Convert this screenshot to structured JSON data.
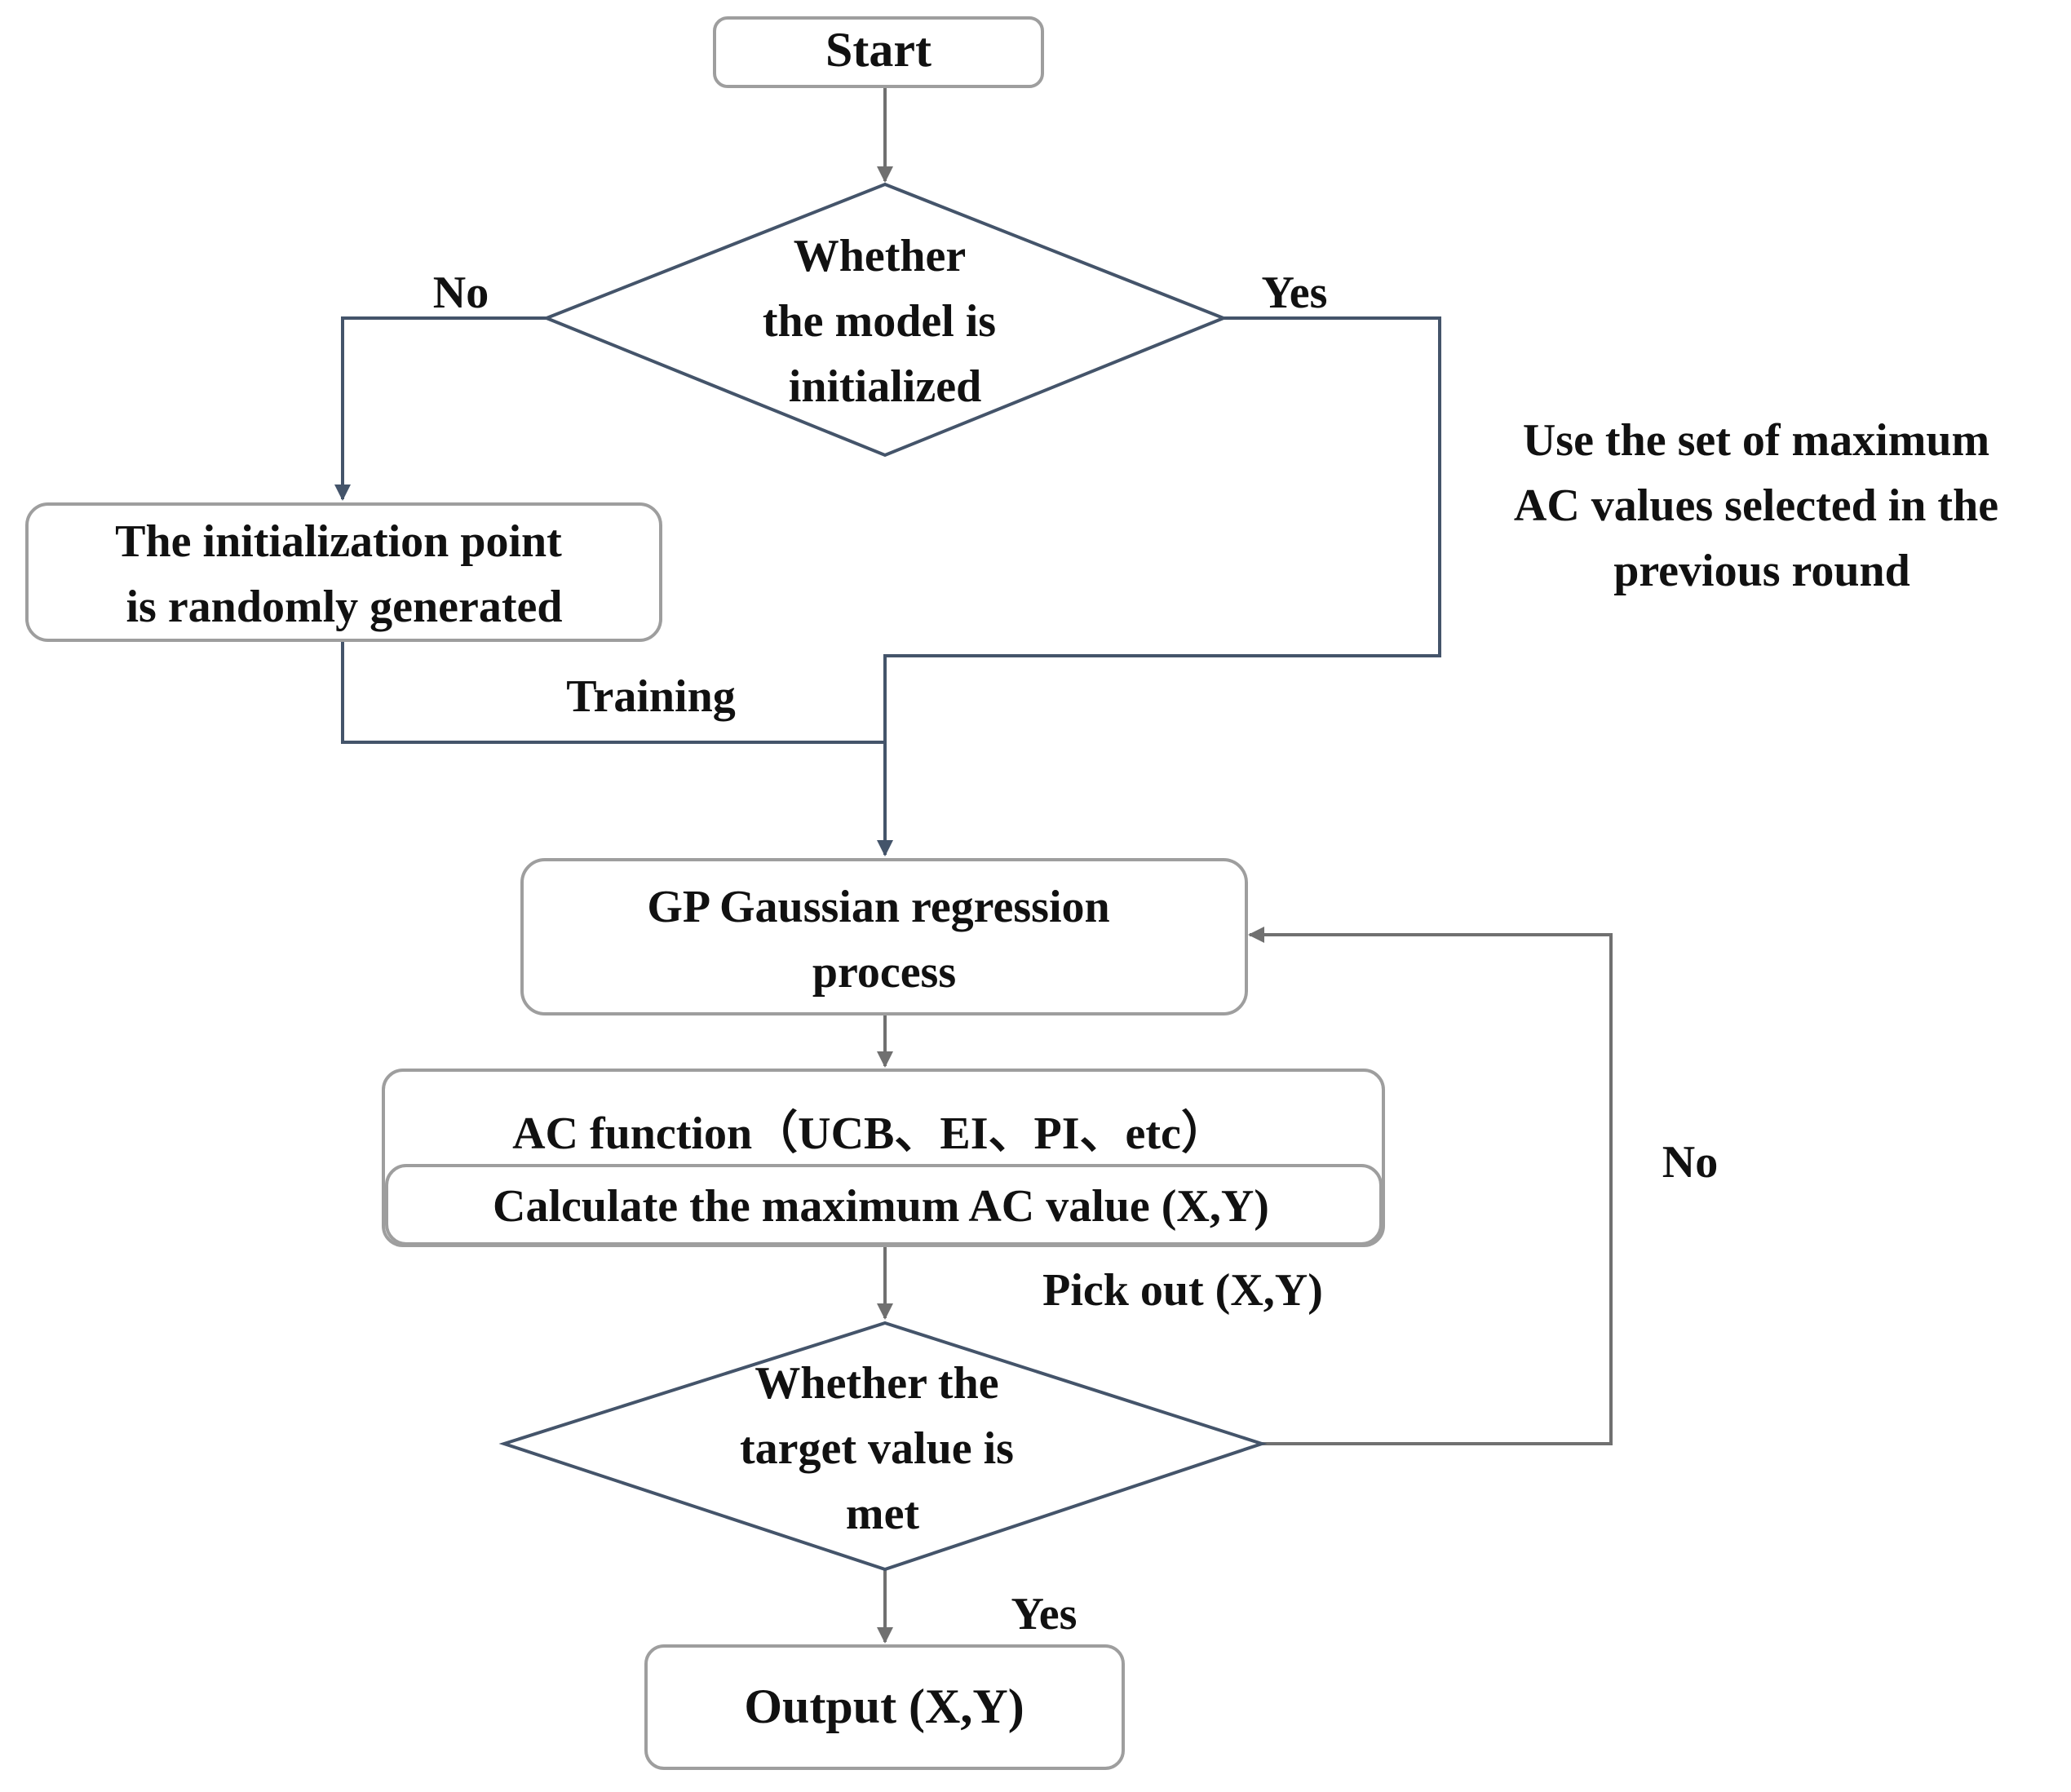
{
  "nodes": {
    "start": {
      "label": "Start"
    },
    "decision_init": {
      "lines": [
        "Whether",
        "the model is",
        "initialized"
      ]
    },
    "random_init": {
      "lines": [
        "The initialization point",
        "is randomly generated"
      ]
    },
    "gp": {
      "lines": [
        "GP Gaussian regression",
        "process"
      ]
    },
    "ac_function": {
      "label": "AC function（UCB、EI、PI、etc）"
    },
    "calc_max": {
      "label": "Calculate the maximum AC value (X,Y)"
    },
    "decision_target": {
      "lines": [
        "Whether the",
        "target value is",
        "met"
      ]
    },
    "output": {
      "label": "Output (X,Y)"
    }
  },
  "edge_labels": {
    "init_no": "No",
    "init_yes": "Yes",
    "reuse": [
      "Use the set of maximum",
      "AC values selected in the",
      "previous round"
    ],
    "training": "Training",
    "pick_out": "Pick out (X,Y)",
    "target_no": "No",
    "target_yes": "Yes"
  },
  "colors": {
    "connector_blue": "#44546a",
    "connector_gray": "#707070",
    "box_border": "#9e9e9e"
  }
}
